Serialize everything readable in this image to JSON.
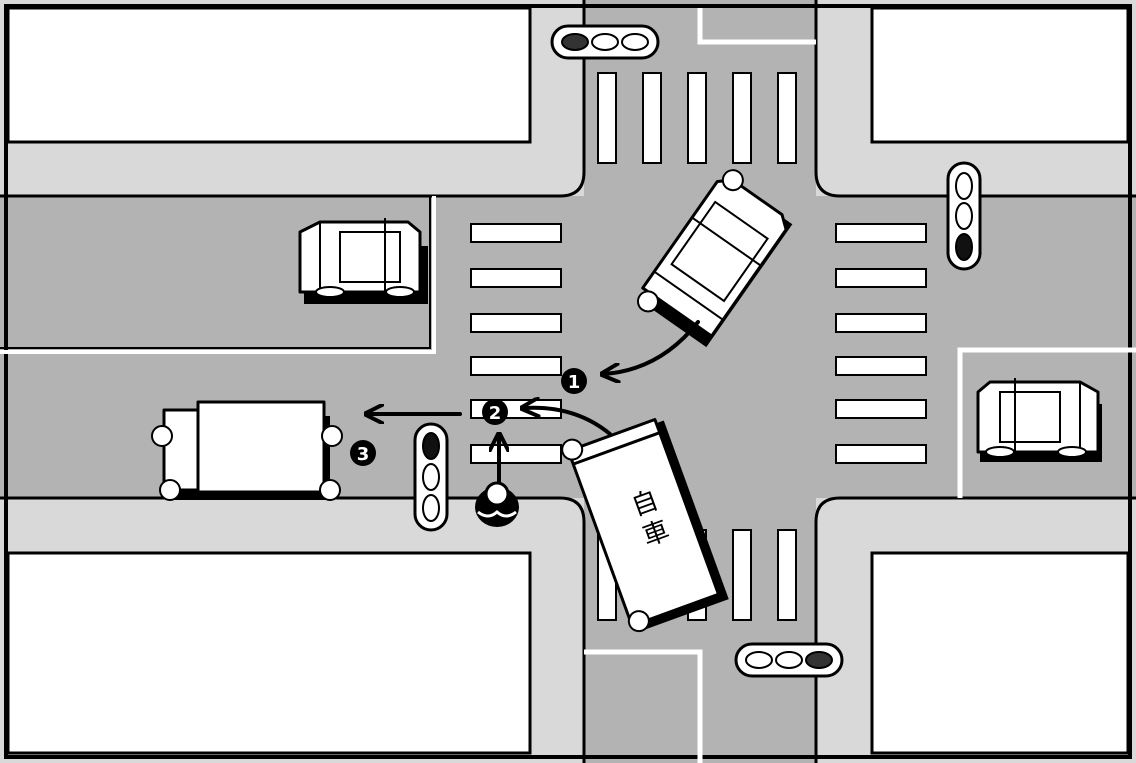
{
  "diagram": {
    "markers": [
      {
        "id": "marker-1",
        "label": "1"
      },
      {
        "id": "marker-2",
        "label": "2"
      },
      {
        "id": "marker-3",
        "label": "3"
      }
    ],
    "own_vehicle_label_line1": "自",
    "own_vehicle_label_line2": "車",
    "signals": {
      "north": {
        "orientation": "horizontal",
        "lit_lamp": 1
      },
      "east": {
        "orientation": "vertical",
        "lit_lamp": 3
      },
      "south": {
        "orientation": "horizontal",
        "lit_lamp": 3
      },
      "west": {
        "orientation": "vertical",
        "lit_lamp": 1
      }
    }
  }
}
